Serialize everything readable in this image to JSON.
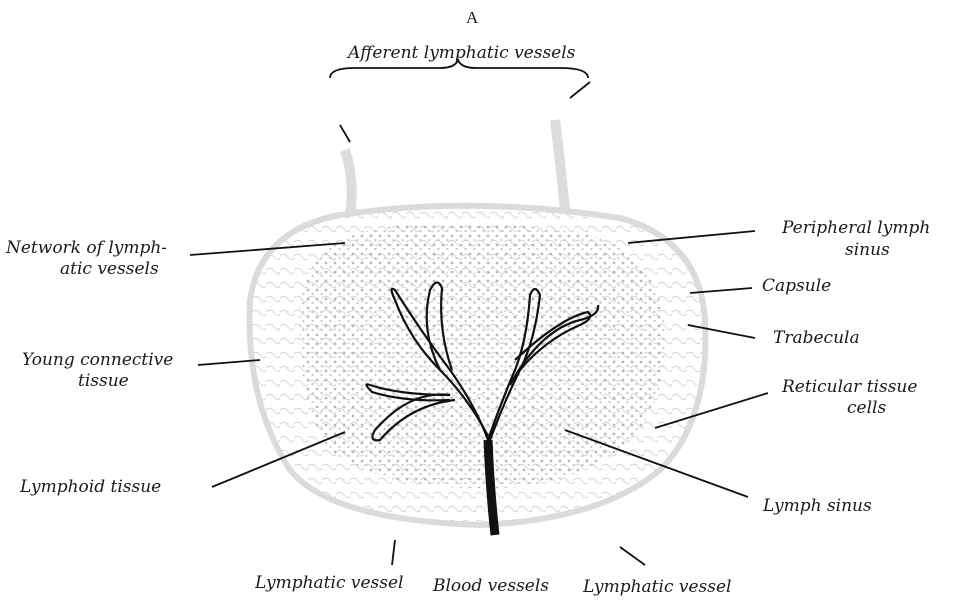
{
  "figure": {
    "letter": "A",
    "labels": {
      "afferent": "Afferent lymphatic vessels",
      "network_1": "Network of lymph-",
      "network_2": "atic vessels",
      "young_1": "Young connective",
      "young_2": "tissue",
      "lymphoid": "Lymphoid tissue",
      "lymphatic_vessel_left": "Lymphatic vessel",
      "blood_vessels": "Blood vessels",
      "lymphatic_vessel_right": "Lymphatic vessel",
      "peripheral_1": "Peripheral lymph",
      "peripheral_2": "sinus",
      "capsule": "Capsule",
      "trabecula": "Trabecula",
      "reticular_1": "Reticular tissue",
      "reticular_2": "cells",
      "lymph_sinus": "Lymph sinus"
    }
  }
}
